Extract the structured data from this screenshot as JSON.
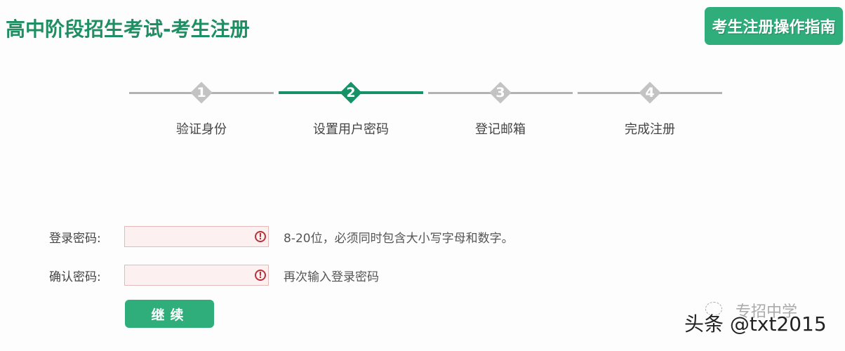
{
  "header": {
    "title": "高中阶段招生考试-考生注册",
    "guide_button": "考生注册操作指南"
  },
  "colors": {
    "brand_green": "#2fae7c",
    "title_green": "#1f8f63",
    "active_step": "#169266",
    "inactive_step": "#c3c3c3",
    "error_red": "#b8323a"
  },
  "stepper": {
    "current_step": 2,
    "steps": [
      {
        "number": "1",
        "label": "验证身份",
        "state": "done"
      },
      {
        "number": "2",
        "label": "设置用户密码",
        "state": "active"
      },
      {
        "number": "3",
        "label": "登记邮箱",
        "state": "pending"
      },
      {
        "number": "4",
        "label": "完成注册",
        "state": "pending"
      }
    ]
  },
  "form": {
    "password": {
      "label": "登录密码:",
      "value": "",
      "error_icon": "!",
      "hint": "8-20位，必须同时包含大小写字母和数字。"
    },
    "confirm_password": {
      "label": "确认密码:",
      "value": "",
      "error_icon": "!",
      "hint": "再次输入登录密码"
    },
    "continue_button": "继续"
  },
  "watermark": {
    "text": "头条 @txt2015",
    "sub": "专招中学"
  }
}
